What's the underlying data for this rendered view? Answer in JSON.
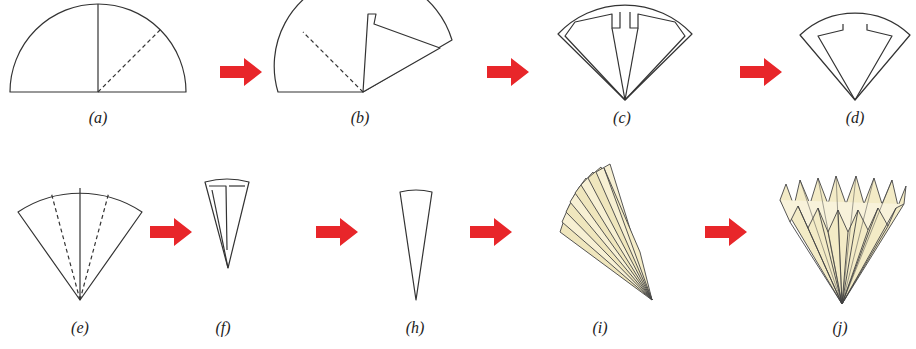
{
  "diagram": {
    "labels": [
      "(a)",
      "(b)",
      "(c)",
      "(d)",
      "(e)",
      "(f)",
      "(h)",
      "(i)",
      "(j)"
    ]
  }
}
